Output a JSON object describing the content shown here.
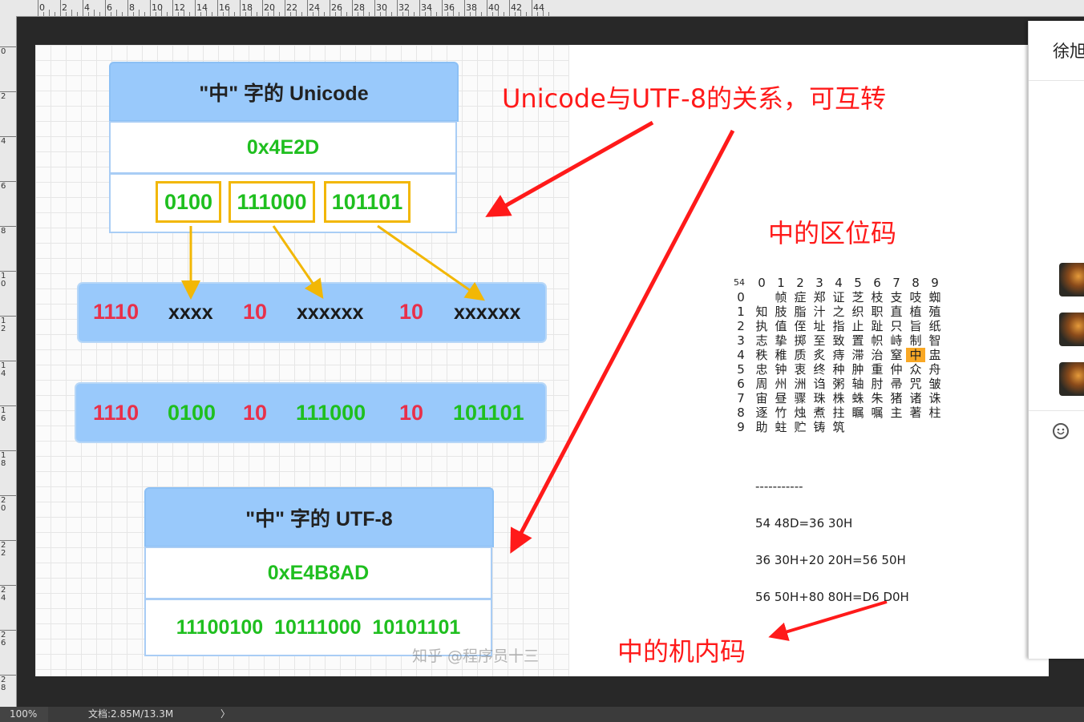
{
  "ruler": {
    "top_ticks": [
      "0",
      "2",
      "4",
      "6",
      "8",
      "10",
      "12",
      "14",
      "16",
      "18",
      "20",
      "22",
      "24",
      "26",
      "28",
      "30",
      "32",
      "34",
      "36",
      "38",
      "40",
      "42",
      "44"
    ],
    "left_ticks": [
      "0",
      "2",
      "4",
      "6",
      "8",
      "10",
      "12",
      "14",
      "16",
      "18",
      "20",
      "22",
      "24",
      "26",
      "28"
    ]
  },
  "unicode_diagram": {
    "title": "\"中\" 字的 Unicode",
    "hex": "0x4E2D",
    "groups": [
      "0100",
      "111000",
      "101101"
    ],
    "template_row": [
      "1110",
      "xxxx",
      "10",
      "xxxxxx",
      "10",
      "xxxxxx"
    ],
    "filled_row": [
      "1110",
      "0100",
      "10",
      "111000",
      "10",
      "101101"
    ]
  },
  "utf8_diagram": {
    "title": "\"中\" 字的 UTF-8",
    "hex": "0xE4B8AD",
    "binary": "11100100  10111000  10101101"
  },
  "annotations": {
    "relation": "Unicode与UTF-8的关系，可互转",
    "quwei": "中的区位码",
    "neima": "中的机内码"
  },
  "quwei_table": {
    "zone": "54",
    "header": [
      "0",
      "1",
      "2",
      "3",
      "4",
      "5",
      "6",
      "7",
      "8",
      "9"
    ],
    "row_labels": [
      "0",
      "1",
      "2",
      "3",
      "4",
      "5",
      "6",
      "7",
      "8",
      "9"
    ],
    "rows": [
      [
        "",
        "帧",
        "症",
        "郑",
        "证",
        "芝",
        "枝",
        "支",
        "吱",
        "蜘"
      ],
      [
        "知",
        "肢",
        "脂",
        "汁",
        "之",
        "织",
        "职",
        "直",
        "植",
        "殖"
      ],
      [
        "执",
        "值",
        "侄",
        "址",
        "指",
        "止",
        "趾",
        "只",
        "旨",
        "纸"
      ],
      [
        "志",
        "挚",
        "掷",
        "至",
        "致",
        "置",
        "帜",
        "峙",
        "制",
        "智"
      ],
      [
        "秩",
        "稚",
        "质",
        "炙",
        "痔",
        "滞",
        "治",
        "窒",
        "中",
        "盅"
      ],
      [
        "忠",
        "钟",
        "衷",
        "终",
        "种",
        "肿",
        "重",
        "仲",
        "众",
        "舟"
      ],
      [
        "周",
        "州",
        "洲",
        "诌",
        "粥",
        "轴",
        "肘",
        "帚",
        "咒",
        "皱"
      ],
      [
        "宙",
        "昼",
        "骤",
        "珠",
        "株",
        "蛛",
        "朱",
        "猪",
        "诸",
        "诛"
      ],
      [
        "逐",
        "竹",
        "烛",
        "煮",
        "拄",
        "瞩",
        "嘱",
        "主",
        "著",
        "柱"
      ],
      [
        "助",
        "蛀",
        "贮",
        "铸",
        "筑",
        "",
        "",
        "",
        "",
        ""
      ]
    ],
    "highlight": "中"
  },
  "calc": {
    "divider": "-----------",
    "lines": [
      "54 48D=36 30H",
      "36 30H+20 20H=56 50H",
      "56 50H+80 80H=D6 D0H"
    ]
  },
  "watermark": "知乎 @程序员十三",
  "right_panel": {
    "name": "徐旭",
    "emoji": "smiley-icon"
  },
  "status_bar": {
    "zoom": "100%",
    "doc": "文档:2.85M/13.3M",
    "arrow": "〉"
  },
  "colors": {
    "header_blue": "#99c9fb",
    "green": "#1fbf1f",
    "red": "#e8304a",
    "gold": "#f2b705",
    "annotation_red": "#ff1a1a"
  }
}
